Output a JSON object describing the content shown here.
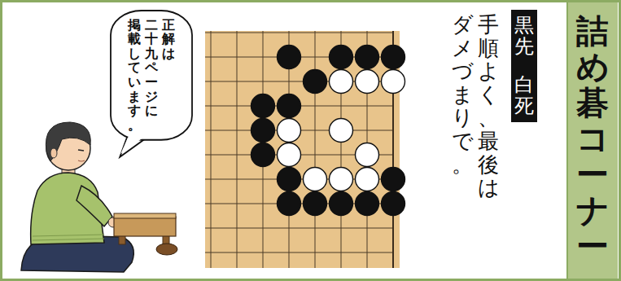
{
  "diagram": {
    "title": "詰め碁コーナー",
    "nodes": [
      {
        "text": [
          "黒先 白死"
        ]
      },
      {
        "text": [
          "正解は 二十九ページに 掲載しています。"
        ]
      }
    ],
    "labels": [
      "手順よく、最後は ダメづまりで。"
    ]
  }
}
